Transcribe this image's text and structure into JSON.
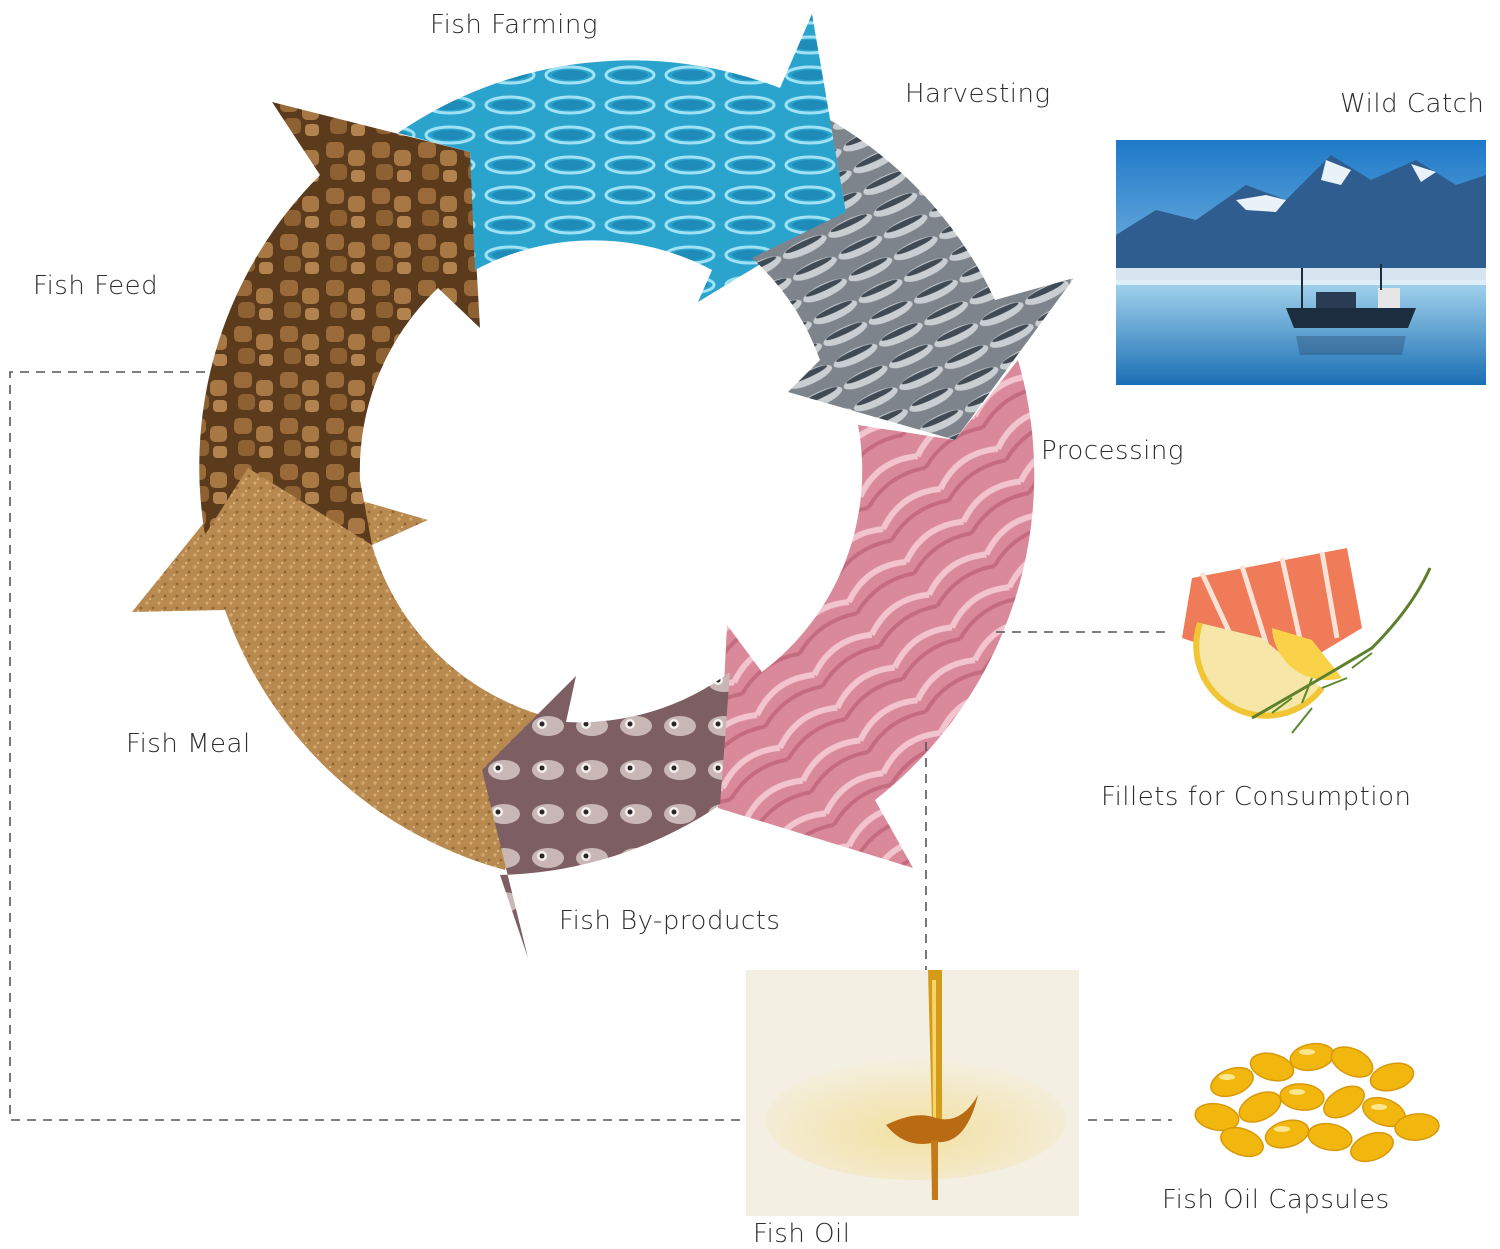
{
  "cycle": {
    "stages": [
      {
        "key": "fish-farming",
        "label": "Fish Farming"
      },
      {
        "key": "harvesting",
        "label": "Harvesting"
      },
      {
        "key": "processing",
        "label": "Processing"
      },
      {
        "key": "fish-by-products",
        "label": "Fish By-products"
      },
      {
        "key": "fish-meal",
        "label": "Fish Meal"
      },
      {
        "key": "fish-feed",
        "label": "Fish Feed"
      }
    ]
  },
  "side": {
    "wild_catch": "Wild Catch",
    "fillets": "Fillets for Consumption",
    "fish_oil": "Fish Oil",
    "fish_oil_capsules": "Fish Oil Capsules"
  },
  "colors": {
    "farming": "#2fa6cf",
    "harvesting": "#8c9196",
    "processing": "#d98797",
    "by_products": "#8e6f72",
    "meal": "#b9894f",
    "feed": "#7d5529",
    "connector": "#555555"
  }
}
